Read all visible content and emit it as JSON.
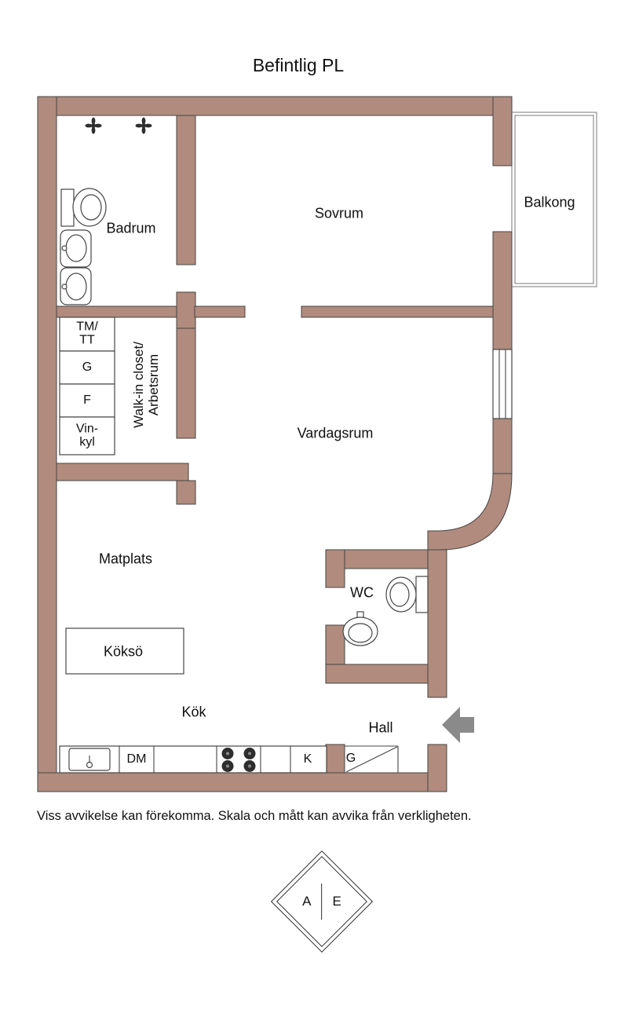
{
  "title": "Befintlig PL",
  "rooms": {
    "badrum": "Badrum",
    "sovrum": "Sovrum",
    "balkong": "Balkong",
    "vardagsrum": "Vardagsrum",
    "matplats": "Matplats",
    "wc": "WC",
    "kokso": "Köksö",
    "kok": "Kök",
    "hall": "Hall"
  },
  "walkin": [
    "Walk-in closet/",
    "Arbetsrum"
  ],
  "closets": {
    "tmtt": [
      "TM/",
      "TT"
    ],
    "g": "G",
    "f": "F",
    "vinkyl": [
      "Vin-",
      "kyl"
    ]
  },
  "kitchen": {
    "dm": "DM",
    "k": "K",
    "hall_g": "G"
  },
  "compass": {
    "left": "A",
    "right": "E"
  },
  "disclaimer": "Viss avvikelse kan förekomma. Skala och mått kan avvika från verkligheten.",
  "colors": {
    "wall": "#b18b7d",
    "outline": "#454545",
    "arrow": "#8a8a8a"
  }
}
